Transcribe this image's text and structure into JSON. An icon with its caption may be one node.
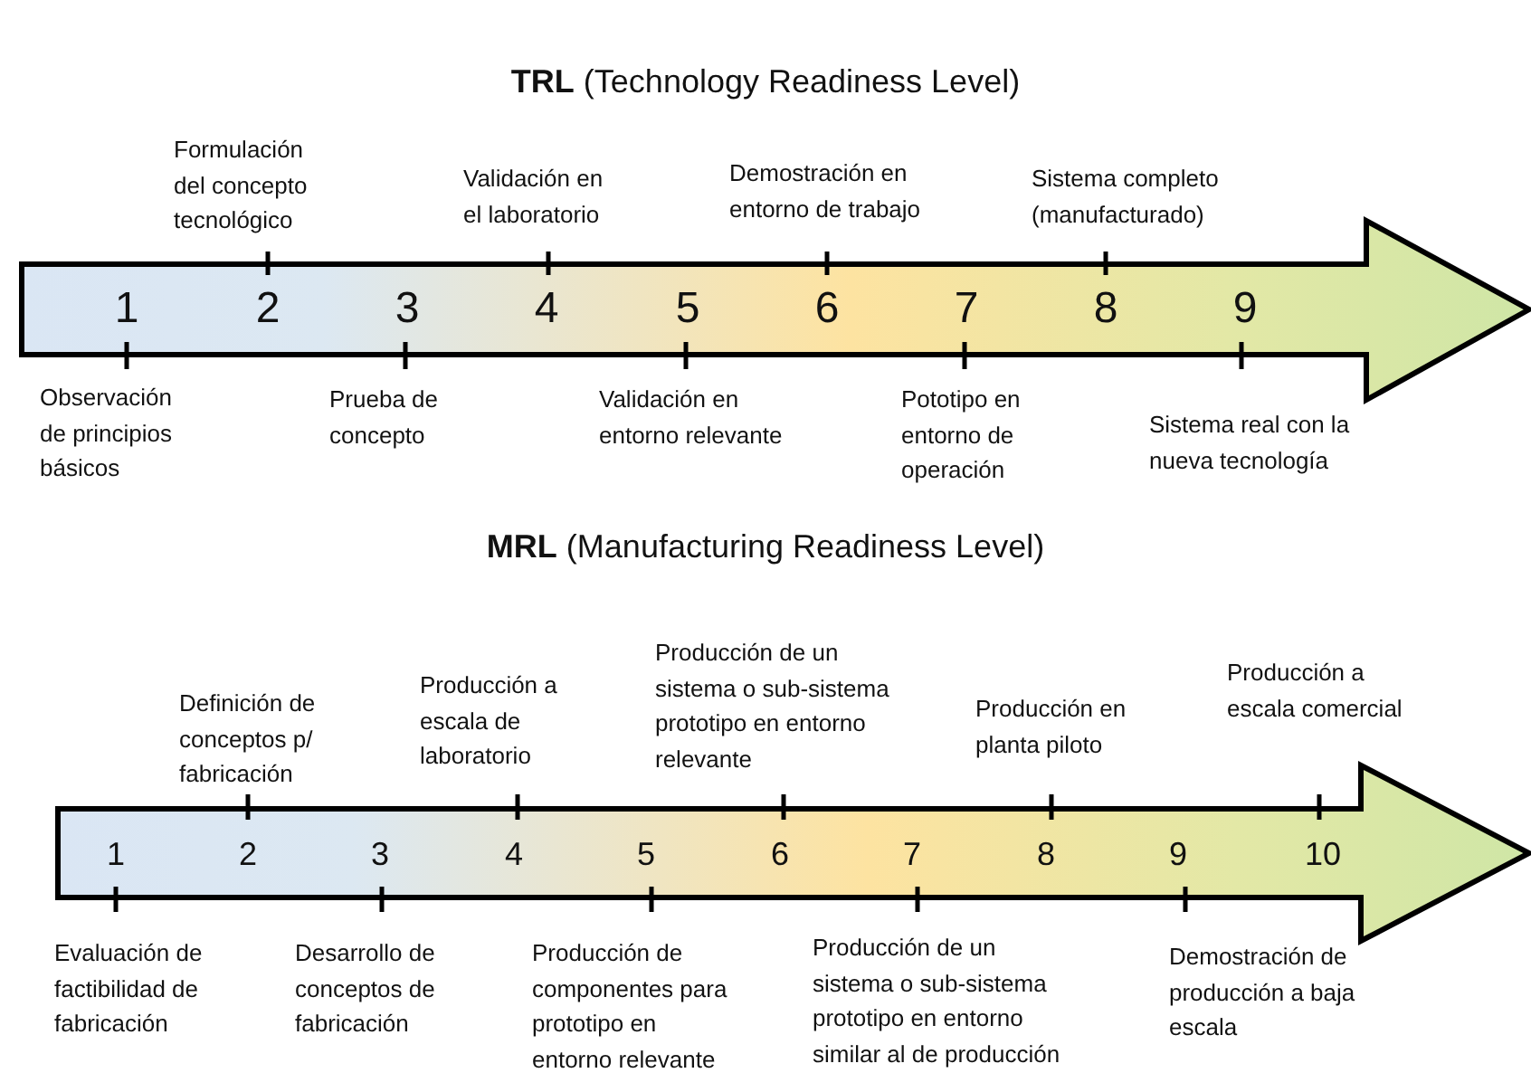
{
  "diagram": {
    "title": "**TRL** (Technology Readiness Level)",
    "nodes": [
      {
        "text": [
          "1",
          "2",
          "3",
          "4",
          "5",
          "6",
          "7",
          "8",
          "9"
        ]
      },
      {
        "text": [
          "1",
          "2",
          "3",
          "4",
          "5",
          "6",
          "7",
          "8",
          "9",
          "10"
        ]
      }
    ],
    "labels": [
      "Formulación del concepto tecnológico",
      "Validación en el laboratorio",
      "Demostración en entorno de trabajo",
      "Sistema completo (manufacturado)",
      "Observación de principios básicos",
      "Prueba de concepto",
      "Validación en entorno relevante",
      "Pototipo en entorno de operación",
      "Sistema real con la nueva tecnología",
      "**MRL** (Manufacturing Readiness Level)",
      "Definición de conceptos p/ fabricación",
      "Producción a escala de laboratorio",
      "Producción de un sistema o sub-sistema prototipo en entorno relevante",
      "Producción en planta piloto",
      "Producción a escala comercial",
      "Evaluación de factibilidad de fabricación",
      "Desarrollo de conceptos de fabricación",
      "Producción de componentes para prototipo en entorno relevante",
      "Producción de un sistema o sub-sistema prototipo en entorno similar al de producción",
      "Demostración de producción a baja escala"
    ]
  }
}
